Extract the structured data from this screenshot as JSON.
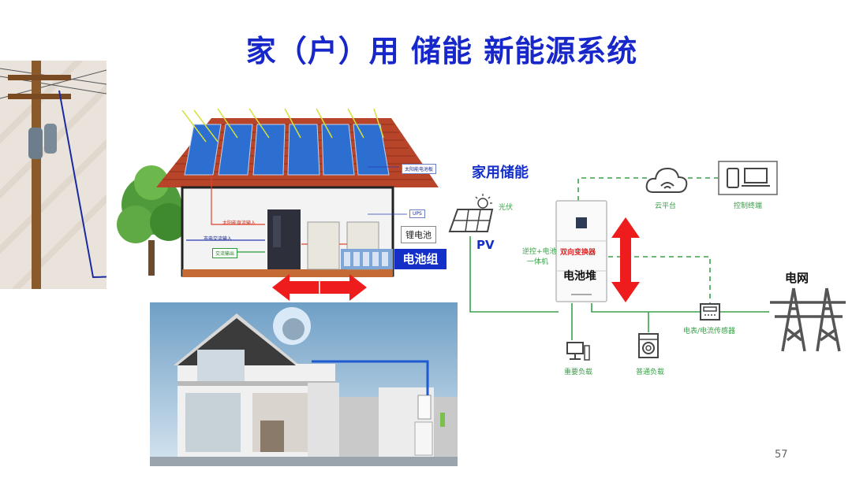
{
  "title": "家（户）用 储能 新能源系统",
  "page_number": "57",
  "house": {
    "solar_panel_label": "太阳能电池板",
    "solar_dc_input": "太阳能直流输入",
    "ups": "UPS",
    "grid_ac_input": "市电交流输入",
    "li_battery": "锂电池",
    "ac_output": "交流输出",
    "battery_pack": "电池组"
  },
  "diagram": {
    "heading": "家用储能",
    "pv_label": "PV",
    "pv_sub": "光伏",
    "cloud_label": "云平台",
    "terminal_label": "控制终端",
    "inverter_desc_line1": "逆控+电池",
    "inverter_desc_line2": "一体机",
    "converter_label": "双向变换器",
    "battery_stack_label": "电池堆",
    "grid_label": "电网",
    "meter_label": "电表/电流传感器",
    "critical_load_label": "重要负载",
    "normal_load_label": "普通负载"
  },
  "colors": {
    "title": "#1727c9",
    "line_green": "#3aa14a",
    "arrow_red": "#ee1c1c",
    "battery_badge": "#1530c9"
  }
}
